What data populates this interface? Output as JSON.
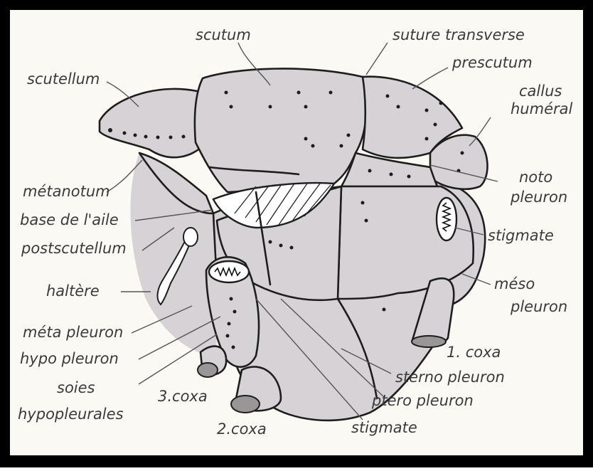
{
  "labels": {
    "scutum": "scutum",
    "suture_transverse": "suture transverse",
    "prescutum": "prescutum",
    "scutellum": "scutellum",
    "callus": "callus",
    "humeral": "huméral",
    "metanotum": "métanotum",
    "base_aile": "base de l'aile",
    "postscutellum": "postscutellum",
    "haltere": "haltère",
    "meta_pleuron": "méta pleuron",
    "hypo_pleuron": "hypo pleuron",
    "soies": "soies",
    "hypopleurales": "hypopleurales",
    "coxa3": "3.coxa",
    "coxa2": "2.coxa",
    "coxa1": "1. coxa",
    "noto": "noto",
    "pleuron_noto": "pleuron",
    "stigmate_right": "stigmate",
    "meso": "méso",
    "pleuron_meso": "pleuron",
    "sterno_pleuron": "sterno pleuron",
    "ptero_pleuron": "ptero pleuron",
    "stigmate_bottom": "stigmate"
  }
}
